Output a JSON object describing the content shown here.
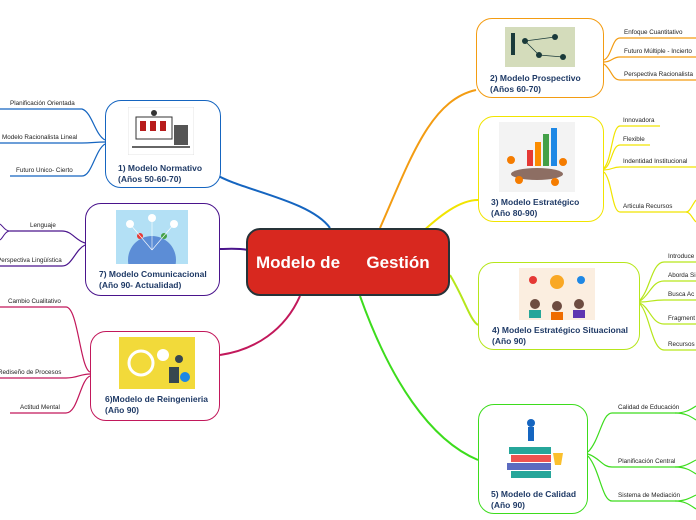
{
  "central": {
    "line1": "Modelo de",
    "line2": "Gestión"
  },
  "nodes": {
    "normativo": {
      "title": "1) Modelo Normativo",
      "sub": "(Años 50-60-70)",
      "color": "#1565c0",
      "items": [
        "Planificación Orientada",
        "Modelo Racionalista Lineal",
        "Futuro Unico- Cierto"
      ]
    },
    "comunicacional": {
      "title": "7) Modelo Comunicacional",
      "sub": "(Año 90- Actualidad)",
      "color": "#4a148c",
      "items": [
        "Lenguaje",
        "Perspectiva Lingüística"
      ]
    },
    "reingenieria": {
      "title": "6)Modelo de Reingenieria",
      "sub": "(Año 90)",
      "color": "#c2185b",
      "items": [
        "Cambio Cualitativo",
        "Rediseño de Procesos",
        "Actitud Mental"
      ]
    },
    "prospectivo": {
      "title": "2) Modelo Prospectivo",
      "sub": "(Años 60-70)",
      "color": "#f39c12",
      "items": [
        "Enfoque Cuantitativo",
        "Futuro Múltiple - Incierto",
        "Perspectiva Racionalista"
      ]
    },
    "estrategico": {
      "title": "3) Modelo Estratégico",
      "sub": "(Año 80-90)",
      "color": "#f1e400",
      "items": [
        "Innovadora",
        "Flexible",
        "Indentidad Institucional",
        "Articula Recursos"
      ]
    },
    "situacional": {
      "title": "4) Modelo Estratégico Situacional",
      "sub": "(Año 90)",
      "color": "#b6e61b",
      "items": [
        "Introduce",
        "Aborda Si",
        "Busca Ac",
        "Fragment",
        "Recursos"
      ]
    },
    "calidad": {
      "title": "5) Modelo de Calidad",
      "sub": "(Año 90)",
      "color": "#3ddc1d",
      "items": [
        "Calidad de Educación",
        "Planificación Central",
        "Sistema de Mediación"
      ]
    }
  }
}
